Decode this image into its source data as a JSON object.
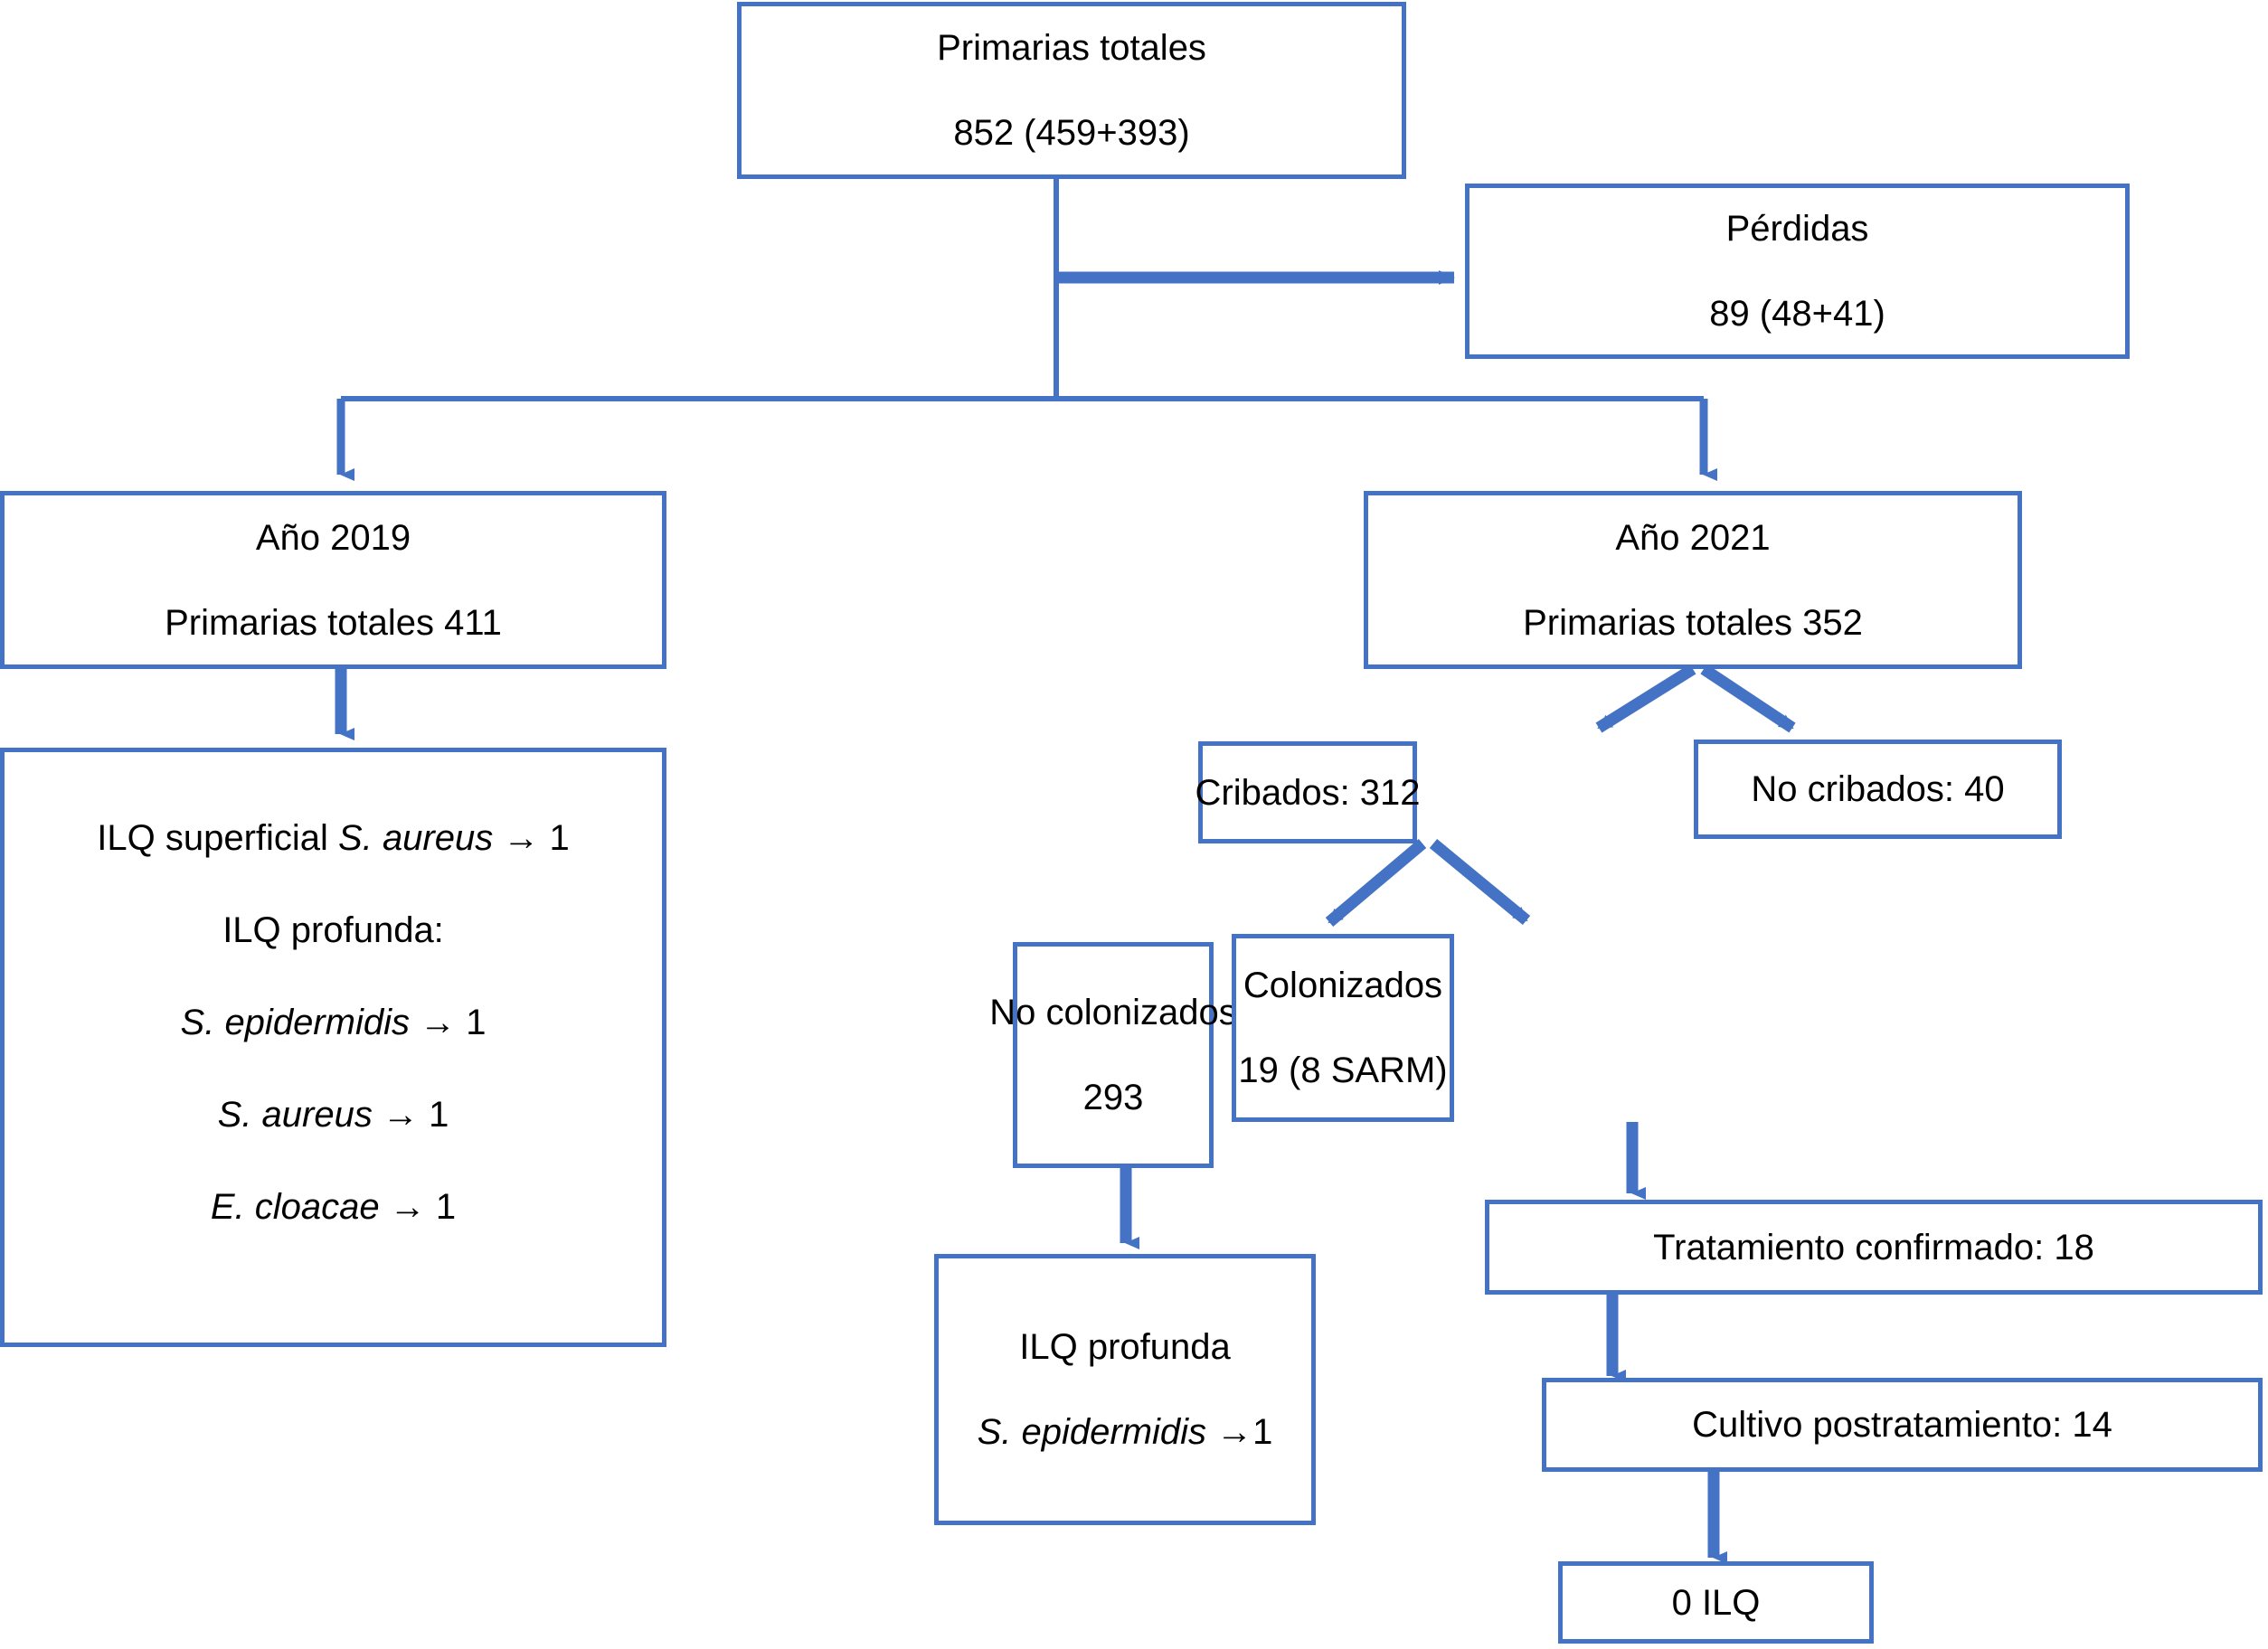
{
  "diagram": {
    "title": "Diagrama de flujo del estudio de cribado y descolonizacion",
    "accent_color": "#4472C4",
    "text_color": "#000000",
    "background_color": "#ffffff",
    "arrow_glyph": "→"
  },
  "nodes": {
    "primarias_totales": {
      "label": "Primarias totales",
      "value": "852 (459+393)"
    },
    "perdidas": {
      "label": "Pérdidas",
      "value": "89 (48+41)"
    },
    "ano_2019": {
      "label": "Año 2019",
      "value": "Primarias totales 411"
    },
    "ano_2021": {
      "label": "Año 2021",
      "value": "Primarias totales 352"
    },
    "ilq_2019": {
      "lines": [
        {
          "prefix": "ILQ superficial ",
          "italic": "S. aureus",
          "suffix": " → 1"
        },
        {
          "prefix": "ILQ profunda:",
          "italic": "",
          "suffix": ""
        },
        {
          "prefix": "",
          "italic": "S. epidermidis",
          "suffix": " → 1"
        },
        {
          "prefix": "",
          "italic": "S. aureus",
          "suffix": " → 1"
        },
        {
          "prefix": "",
          "italic": "E. cloacae",
          "suffix": " → 1"
        }
      ]
    },
    "cribados": {
      "label": "Cribados: 312"
    },
    "no_cribados": {
      "label": "No cribados: 40"
    },
    "no_colonizados": {
      "label": "No colonizados",
      "value": "293"
    },
    "colonizados": {
      "label": "Colonizados",
      "value": "19 (8 SARM)"
    },
    "ilq_no_colonizados": {
      "label": "ILQ profunda",
      "italic": "S. epidermidis",
      "suffix": " →1"
    },
    "tratamiento_confirmado": {
      "label": "Tratamiento confirmado: 18"
    },
    "cultivo_postratamiento": {
      "label": "Cultivo postratamiento: 14"
    },
    "cero_ilq": {
      "label": "0 ILQ"
    }
  }
}
